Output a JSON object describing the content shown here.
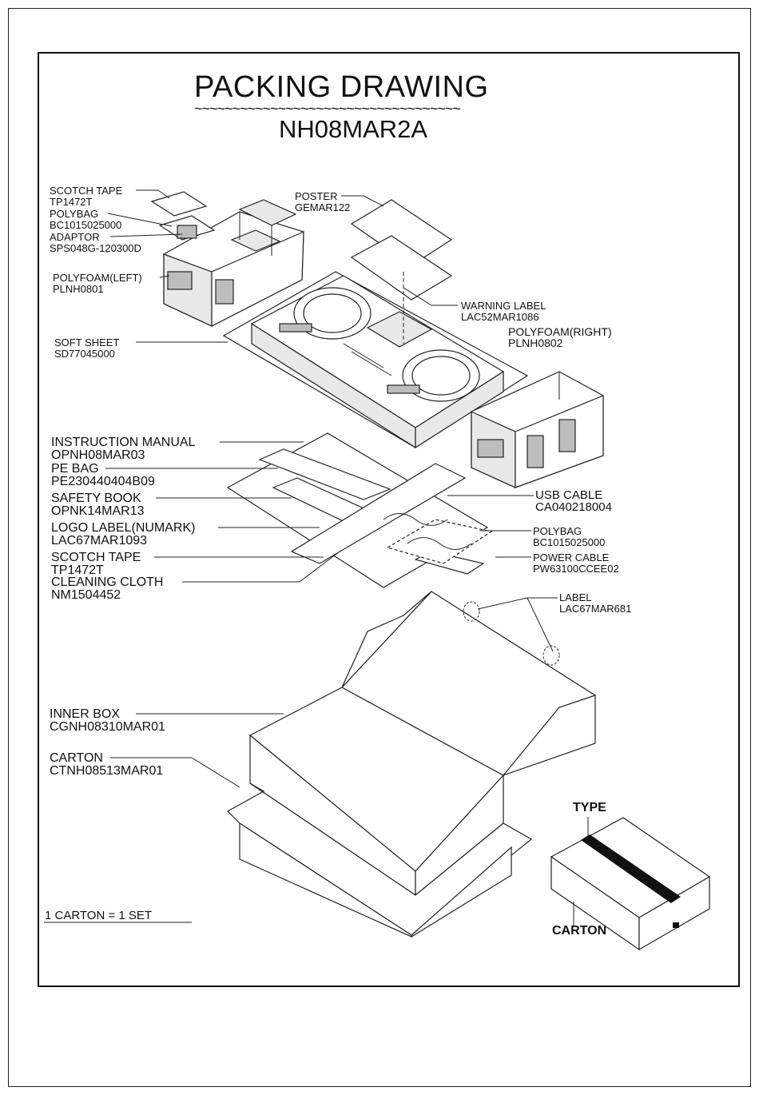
{
  "title": "PACKING DRAWING",
  "title_underline": "~~~~~~~~~~~~~~~~~~~~~~~~~~~~~~~~~~~",
  "model": "NH08MAR2A",
  "callouts": {
    "scotch_tape_top": {
      "name": "SCOTCH TAPE",
      "code": "TP1472T"
    },
    "polybag_top": {
      "name": "POLYBAG",
      "code": "BC1015025000"
    },
    "adaptor": {
      "name": "ADAPTOR",
      "code": "SPS048G-120300D"
    },
    "polyfoam_left": {
      "name": "POLYFOAM(LEFT)",
      "code": "PLNH0801"
    },
    "poster": {
      "name": "POSTER",
      "code": "GEMAR122"
    },
    "warning_label": {
      "name": "WARNING LABEL",
      "code": "LAC52MAR1086"
    },
    "polyfoam_right": {
      "name": "POLYFOAM(RIGHT)",
      "code": "PLNH0802"
    },
    "soft_sheet": {
      "name": "SOFT SHEET",
      "code": "SD77045000"
    },
    "instruction_manual": {
      "name": "INSTRUCTION MANUAL",
      "code": "OPNH08MAR03"
    },
    "pe_bag": {
      "name": "PE BAG",
      "code": "PE230440404B09"
    },
    "safety_book": {
      "name": "SAFETY BOOK",
      "code": "OPNK14MAR13"
    },
    "logo_label": {
      "name": "LOGO LABEL(NUMARK)",
      "code": "LAC67MAR1093"
    },
    "scotch_tape_mid": {
      "name": "SCOTCH TAPE",
      "code": "TP1472T"
    },
    "cleaning_cloth": {
      "name": "CLEANING CLOTH",
      "code": "NM1504452"
    },
    "usb_cable": {
      "name": "USB CABLE",
      "code": "CA040218004"
    },
    "polybag_mid": {
      "name": "POLYBAG",
      "code": "BC1015025000"
    },
    "power_cable": {
      "name": "POWER CABLE",
      "code": "PW63100CCEE02"
    },
    "label": {
      "name": "LABEL",
      "code": "LAC67MAR681"
    },
    "inner_box": {
      "name": "INNER BOX",
      "code": "CGNH08310MAR01"
    },
    "carton": {
      "name": "CARTON",
      "code": "CTNH08513MAR01"
    }
  },
  "footer_note": "1 CARTON = 1 SET",
  "detail": {
    "type_label": "TYPE",
    "carton_label": "CARTON"
  }
}
